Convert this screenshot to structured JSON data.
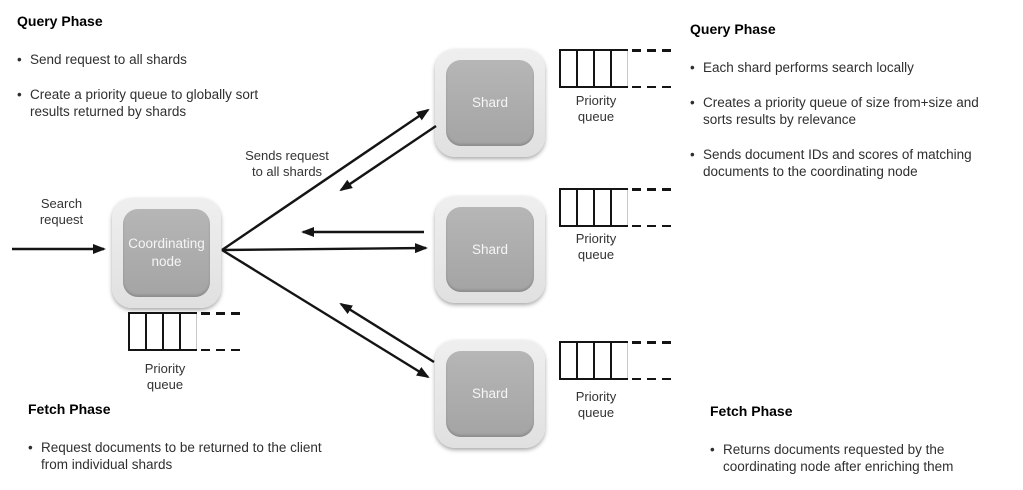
{
  "panels": {
    "query_left": {
      "heading": "Query Phase",
      "bullets": [
        "Send request to all shards",
        "Create a priority queue to globally sort\nresults returned by shards"
      ]
    },
    "query_right": {
      "heading": "Query Phase",
      "bullets": [
        "Each shard performs search locally",
        "Creates a priority queue of size from+size and\nsorts results by relevance",
        "Sends document IDs and scores of matching\ndocuments to the coordinating node"
      ]
    },
    "fetch_left": {
      "heading": "Fetch Phase",
      "bullets": [
        "Request documents to be returned to the client\nfrom individual shards"
      ]
    },
    "fetch_right": {
      "heading": "Fetch Phase",
      "bullets": [
        "Returns documents requested by the\ncoordinating node after enriching them"
      ]
    }
  },
  "labels": {
    "search_request": "Search\nrequest",
    "sends_request": "Sends request\nto all shards",
    "priority_queue": "Priority\nqueue"
  },
  "nodes": {
    "coordinating": "Coordinating\nnode",
    "shard": "Shard"
  },
  "colors": {
    "node_fill": "#aeaeae",
    "node_bezel": "#e7e7e7",
    "arrow": "#141414",
    "text": "#2f2f2f",
    "background": "#ffffff"
  }
}
